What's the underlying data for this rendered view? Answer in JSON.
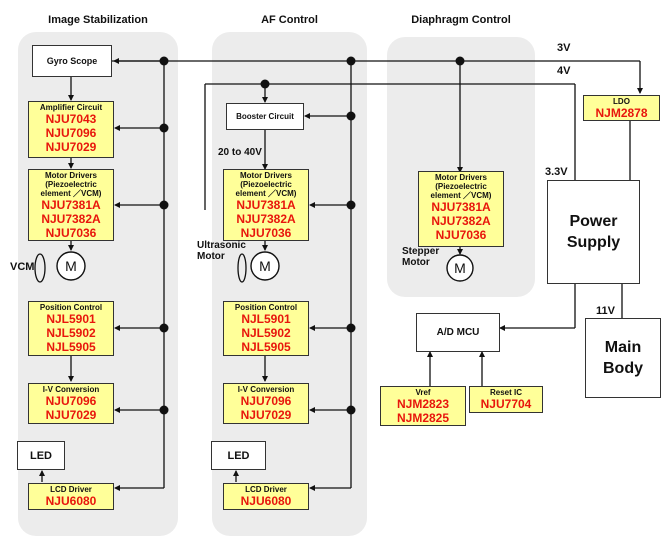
{
  "sections": {
    "image_stabilization": "Image Stabilization",
    "af_control": "AF Control",
    "diaphragm_control": "Diaphragm Control"
  },
  "is": {
    "gyro": "Gyro Scope",
    "amp": {
      "title": "Amplifier Circuit",
      "parts": [
        "NJU7043",
        "NJU7096",
        "NJU7029"
      ]
    },
    "motor": {
      "title": "Motor Drivers",
      "sub": [
        "(Piezoelectric",
        "element ／VCM)"
      ],
      "parts": [
        "NJU7381A",
        "NJU7382A",
        "NJU7036"
      ]
    },
    "vcm": "VCM",
    "motor_symbol": "M",
    "pos": {
      "title": "Position Control",
      "parts": [
        "NJL5901",
        "NJL5902",
        "NJL5905"
      ]
    },
    "iv": {
      "title": "I-V Conversion",
      "parts": [
        "NJU7096",
        "NJU7029"
      ]
    },
    "led": "LED",
    "lcd": {
      "title": "LCD Driver",
      "parts": [
        "NJU6080"
      ]
    }
  },
  "af": {
    "booster": "Booster Circuit",
    "voltage": "20 to 40V",
    "motor": {
      "title": "Motor Drivers",
      "sub": [
        "(Piezoelectric",
        "element ／VCM)"
      ],
      "parts": [
        "NJU7381A",
        "NJU7382A",
        "NJU7036"
      ]
    },
    "ultrasonic": [
      "Ultrasonic",
      "Motor"
    ],
    "motor_symbol": "M",
    "pos": {
      "title": "Position Control",
      "parts": [
        "NJL5901",
        "NJL5902",
        "NJL5905"
      ]
    },
    "iv": {
      "title": "I-V Conversion",
      "parts": [
        "NJU7096",
        "NJU7029"
      ]
    },
    "led": "LED",
    "lcd": {
      "title": "LCD Driver",
      "parts": [
        "NJU6080"
      ]
    }
  },
  "dc": {
    "motor": {
      "title": "Motor Drivers",
      "sub": [
        "(Piezoelectric",
        "element ／VCM)"
      ],
      "parts": [
        "NJU7381A",
        "NJU7382A",
        "NJU7036"
      ]
    },
    "stepper": [
      "Stepper",
      "Motor"
    ],
    "motor_symbol": "M"
  },
  "power": {
    "v3": "3V",
    "v4": "4V",
    "v33": "3.3V",
    "v11": "11V",
    "ldo": {
      "title": "LDO",
      "parts": [
        "NJM2878"
      ]
    },
    "supply": [
      "Power",
      "Supply"
    ],
    "main": [
      "Main",
      "Body"
    ],
    "admcu": "A/D MCU",
    "vref": {
      "title": "Vref",
      "parts": [
        "NJM2823",
        "NJM2825"
      ]
    },
    "reset": {
      "title": "Reset IC",
      "parts": [
        "NJU7704"
      ]
    }
  },
  "colors": {
    "part_red": "#e8160c",
    "box_yellow": "#ffff99",
    "panel_gray": "#ececec"
  }
}
